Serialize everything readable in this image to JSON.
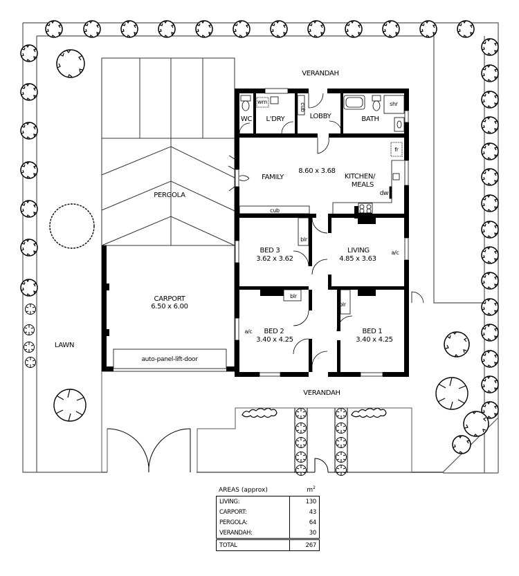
{
  "plan": {
    "labels": {
      "verandah_top": "VERANDAH",
      "verandah_bottom": "VERANDAH",
      "wc": "WC",
      "laundry": "L'DRY",
      "lobby": "LOBBY",
      "bath": "BATH",
      "wm": "wm",
      "cub_lobby": "cub",
      "shr": "shr",
      "fr": "fr",
      "dw": "dw",
      "family": "FAMILY",
      "family_dims": "8.60 x 3.68",
      "kitchen_line1": "KITCHEN/",
      "kitchen_line2": "MEALS",
      "cub_family": "cub",
      "bed3": "BED 3",
      "bed3_dims": "3.62 x 3.62",
      "bed3_blr": "blr",
      "living": "LIVING",
      "living_dims": "4.85 x 3.63",
      "living_ac": "a/c",
      "bed2": "BED 2",
      "bed2_dims": "3.40 x 4.25",
      "bed2_blr": "blr",
      "bed2_ac": "a/c",
      "bed1": "BED 1",
      "bed1_dims": "3.40 x 4.25",
      "bed1_blr": "blr",
      "pergola": "PERGOLA",
      "carport": "CARPORT",
      "carport_dims": "6.50 x 6.00",
      "garage_door": "auto-panel-lift-door",
      "lawn": "LAWN"
    }
  },
  "areas": {
    "title": "AREAS (approx)",
    "unit": "m",
    "unit_sup": "2",
    "rows": [
      {
        "label": "LIVING:",
        "value": "130"
      },
      {
        "label": "CARPORT:",
        "value": "43"
      },
      {
        "label": "PERGOLA:",
        "value": "64"
      },
      {
        "label": "VERANDAH:",
        "value": "30"
      }
    ],
    "total": {
      "label": "TOTAL",
      "value": "267"
    }
  }
}
